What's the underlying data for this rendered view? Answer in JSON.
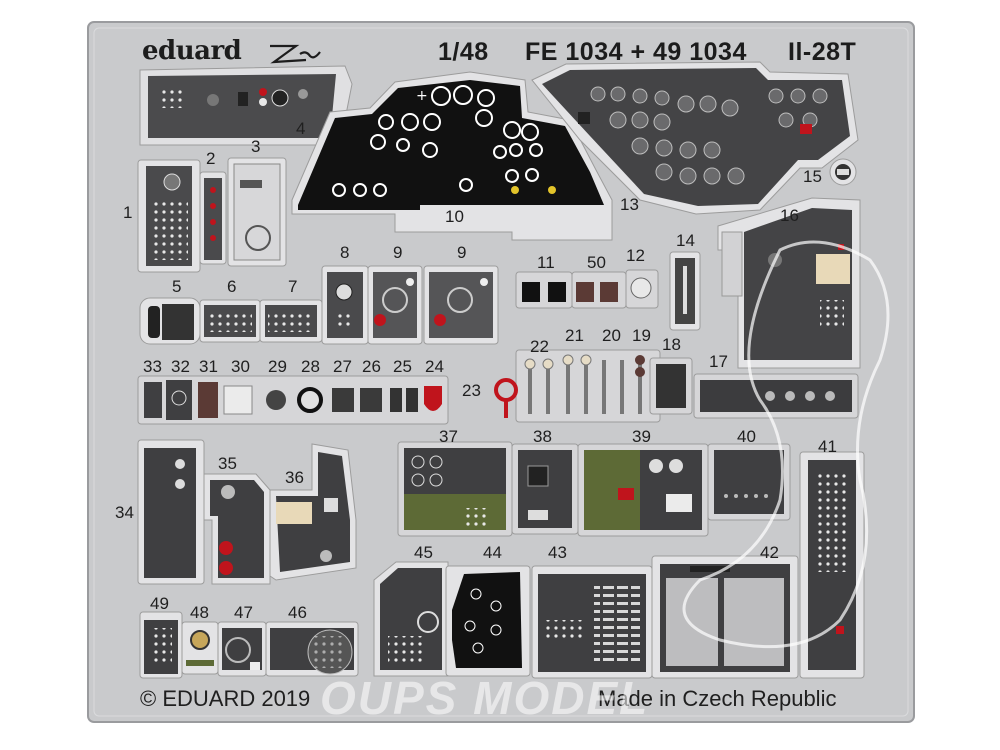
{
  "fret": {
    "brand": "eduard",
    "logo_mark": "Zoom",
    "scale": "1/48",
    "catalog": "FE 1034 + 49 1034",
    "model": "Il-28T",
    "copyright": "© EDUARD 2019",
    "origin": "Made in Czech Republic",
    "watermark": "OUPS MODEL",
    "colors": {
      "fret": "#c9cacc",
      "part": "#4a4a4a",
      "dark_part": "#111111",
      "green_panel": "#5d6a36",
      "red": "#c0141c"
    }
  },
  "labels": {
    "p1": "1",
    "p2": "2",
    "p3": "3",
    "p4": "4",
    "p5": "5",
    "p6": "6",
    "p7": "7",
    "p8": "8",
    "p9a": "9",
    "p9b": "9",
    "p10": "10",
    "p11": "11",
    "p12": "12",
    "p13": "13",
    "p14": "14",
    "p15": "15",
    "p16": "16",
    "p17": "17",
    "p18": "18",
    "p19": "19",
    "p20": "20",
    "p21": "21",
    "p22": "22",
    "p23": "23",
    "p24": "24",
    "p25": "25",
    "p26": "26",
    "p27": "27",
    "p28": "28",
    "p29": "29",
    "p30": "30",
    "p31": "31",
    "p32": "32",
    "p33": "33",
    "p34": "34",
    "p35": "35",
    "p36": "36",
    "p37": "37",
    "p38": "38",
    "p39": "39",
    "p40": "40",
    "p41": "41",
    "p42": "42",
    "p43": "43",
    "p44": "44",
    "p45": "45",
    "p46": "46",
    "p47": "47",
    "p48": "48",
    "p49": "49",
    "p50": "50"
  }
}
